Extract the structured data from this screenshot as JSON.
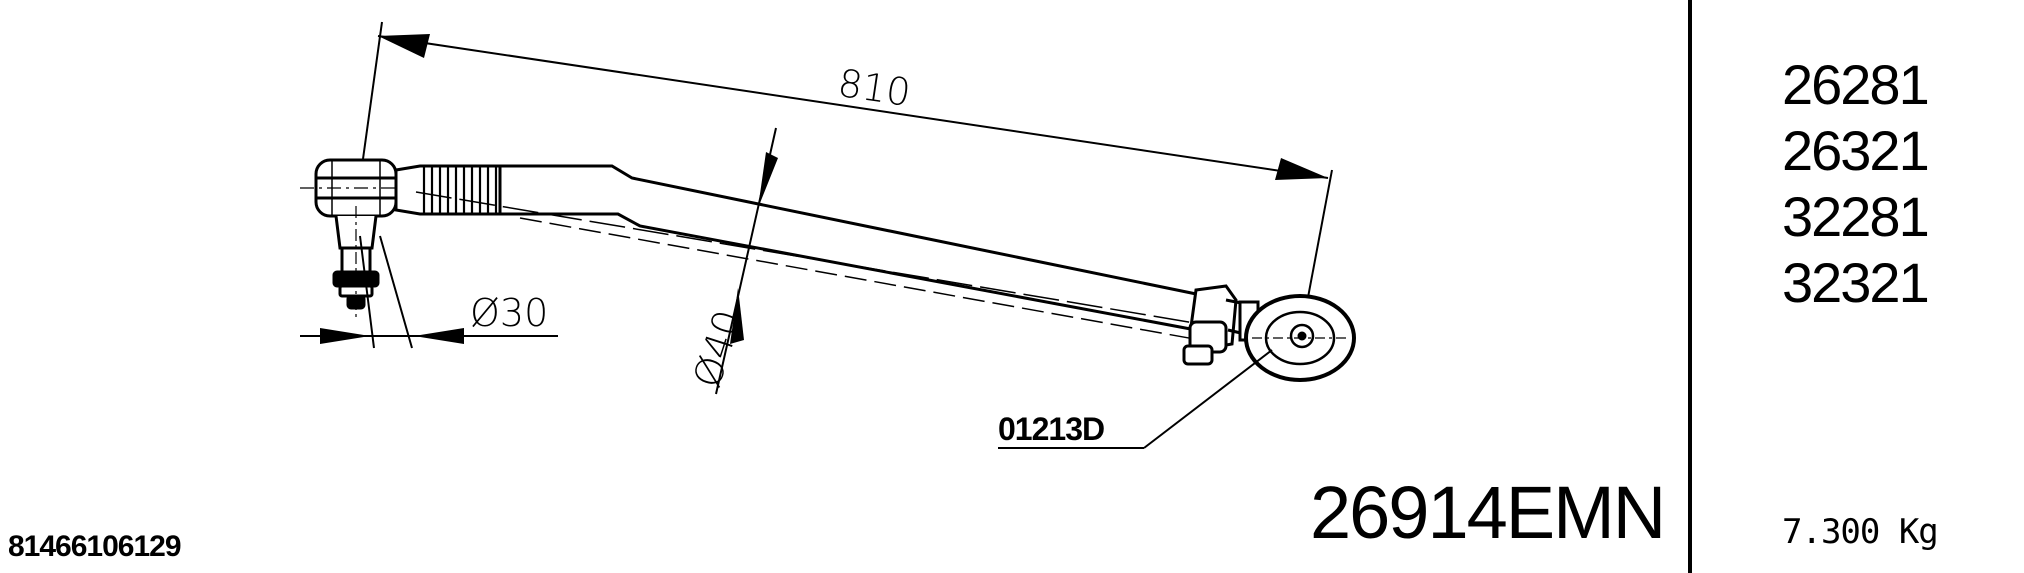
{
  "drawing": {
    "dimension_length": "810",
    "dimension_dia_small": "Ø30",
    "dimension_dia_large": "Ø40",
    "component_label": "01213D"
  },
  "part_number": "26914EMN",
  "reference_number": "81466106129",
  "weight": "7.300 Kg",
  "cross_references": [
    "26281",
    "26321",
    "32281",
    "32321"
  ]
}
